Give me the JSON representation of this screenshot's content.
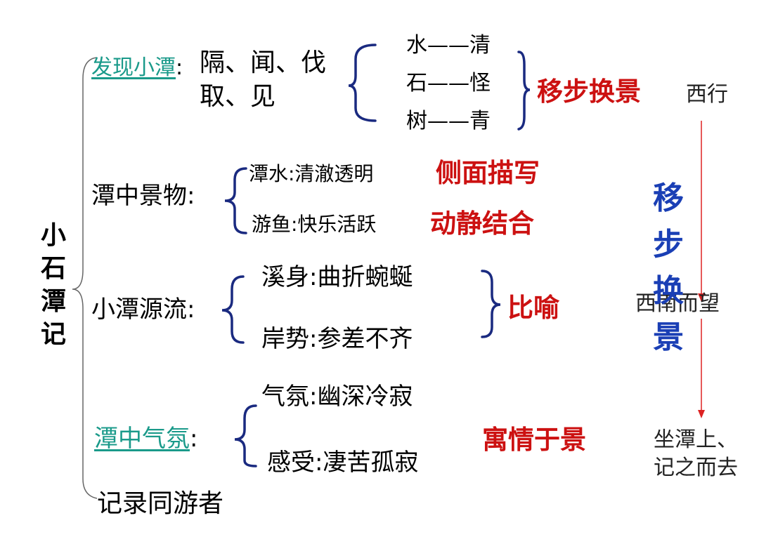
{
  "title_chars": [
    "小",
    "石",
    "潭",
    "记"
  ],
  "sections": {
    "discover": {
      "label": "发现小潭",
      "colon": ":",
      "actions_line1": "隔、闻、伐",
      "actions_line2": "取、见",
      "pairs": [
        {
          "left": "水",
          "dash": "——",
          "right": "清"
        },
        {
          "left": "石",
          "dash": "——",
          "right": "怪"
        },
        {
          "left": "树",
          "dash": "——",
          "right": "青"
        }
      ],
      "technique": "移步换景"
    },
    "scenery": {
      "label": "潭中景物:",
      "item1": "潭水:清澈透明",
      "technique1": "侧面描写",
      "item2": "游鱼:快乐活跃",
      "technique2": "动静结合"
    },
    "source": {
      "label": "小潭源流:",
      "item1": "溪身:曲折蜿蜒",
      "item2": "岸势:参差不齐",
      "technique": "比喻"
    },
    "atmosphere": {
      "label": "潭中气氛",
      "colon": ":",
      "item1": "气氛:幽深冷寂",
      "item2": "感受:凄苦孤寂",
      "technique": "寓情于景"
    },
    "companions": {
      "label": "记录同游者"
    }
  },
  "route": {
    "start": "西行",
    "middle": "西南而望",
    "end_line1": "坐潭上、",
    "end_line2": "记之而去",
    "vertical_chars": [
      "移",
      "步",
      "换",
      "景"
    ]
  },
  "colors": {
    "link": "#1a9a8a",
    "technique": "#cc1111",
    "vertical_text": "#1a3fb5",
    "arrow": "#dd2222",
    "inner_brace": "#1a2a80",
    "outer_brace": "#666666"
  }
}
